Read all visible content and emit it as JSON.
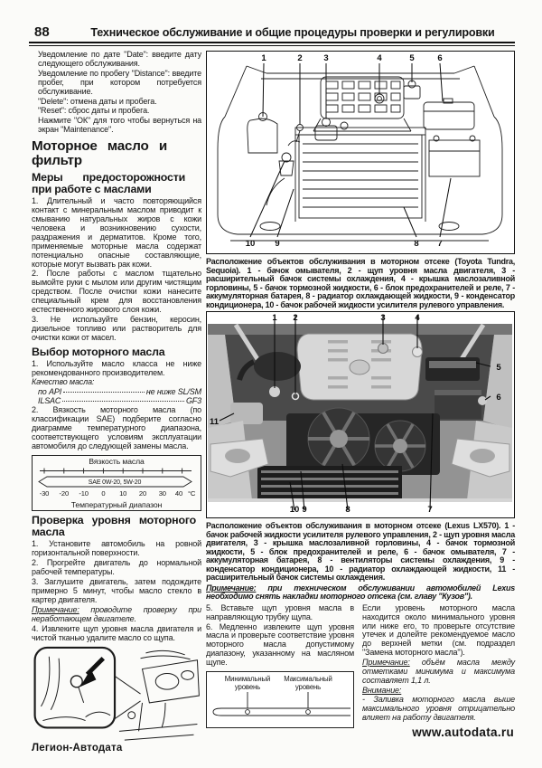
{
  "header": {
    "page_number": "88",
    "title": "Техническое обслуживание и общие процедуры проверки и регулировки"
  },
  "left": {
    "intro": [
      "Уведомление по дате \"Date\": введите дату следующего обслуживания.",
      "Уведомление по пробегу \"Distance\": введите пробег, при котором потребуется обслуживание.",
      "\"Delete\": отмена даты и пробега.",
      "\"Reset\": сброс даты и пробега.",
      "Нажмите \"ОК\" для того чтобы вернуться на экран \"Maintenance\"."
    ],
    "main_heading": "Моторное масло и фильтр",
    "precautions": {
      "heading": "Меры предосторожности при работе с маслами",
      "items": [
        "1. Длительный и часто повторяющийся контакт с минеральным маслом приводит к смыванию натуральных жиров с кожи человека и возникновению сухости, раздражения и дерматитов. Кроме того, применяемые моторные масла содержат потенциально опасные составляющие, которые могут вызвать рак кожи.",
        "2. После работы с маслом тщательно вымойте руки с мылом или другим чистящим средством. После очистки кожи нанесите специальный крем для восстановления естественного жирового слоя кожи.",
        "3. Не используйте бензин, керосин, дизельное топливо или растворитель для очистки кожи от масел."
      ]
    },
    "selection": {
      "heading": "Выбор моторного масла",
      "item1": "1. Используйте масло класса не ниже рекомендованного производителем.",
      "quality_label": "Качество масла:",
      "api_label": "по API",
      "api_value": "не ниже SL/SM",
      "ilsac_label": "ILSAC",
      "ilsac_value": "GF3",
      "item2": "2. Вязкость моторного масла (по классификации SAE) подберите согласно диаграмме температурного диапазона, соответствующего условиям эксплуатации автомобиля до следующей замены масла."
    },
    "viscosity_chart": {
      "title": "Вязкость масла",
      "band_label": "SAE 0W-20, 5W-20",
      "ticks": [
        "-30",
        "-20",
        "-10",
        "0",
        "10",
        "20",
        "30",
        "40"
      ],
      "unit": "°C",
      "axis_label": "Температурный диапазон"
    },
    "check": {
      "heading": "Проверка уровня моторного масла",
      "items": [
        "1. Установите автомобиль на ровной горизонтальной поверхности.",
        "2. Прогрейте двигатель до нормальной рабочей температуры.",
        "3. Заглушите двигатель, затем подождите примерно 5 минут, чтобы масло стекло в картер двигателя."
      ],
      "note_label": "Примечание:",
      "note_body": " проводите проверку при неработающем двигателе.",
      "item4": "4. Извлеките щуп уровня масла двигателя и чистой тканью удалите масло со щупа."
    }
  },
  "right": {
    "figure1": {
      "top_callouts": [
        "1",
        "2",
        "3",
        "4",
        "5",
        "6"
      ],
      "bottom_callouts": [
        "10",
        "9",
        "8",
        "7"
      ],
      "caption": "Расположение объектов обслуживания в моторном отсеке (Toyota Tundra, Sequoia). 1 - бачок омывателя, 2 - щуп уровня масла двигателя, 3 - расширительный бачок системы охлаждения, 4 - крышка маслозаливной горловины, 5 - бачок тормозной жидкости, 6 - блок предохранителей и реле, 7 - аккумуляторная батарея, 8 - радиатор охлаждающей жидкости, 9 - конденсатор кондиционера, 10 - бачок рабочей жидкости усилителя рулевого управления."
    },
    "figure2": {
      "top_callouts": [
        "1",
        "2",
        "3",
        "4"
      ],
      "right_callouts": [
        "5",
        "6"
      ],
      "left_callout": "11",
      "bottom_callouts": [
        "10",
        "9",
        "8",
        "7"
      ],
      "caption": "Расположение объектов обслуживания в моторном отсеке (Lexus LX570). 1 - бачок рабочей жидкости усилителя рулевого управления, 2 - щуп уровня масла двигателя, 3 - крышка маслозаливной горловины, 4 - бачок тормозной жидкости, 5 - блок предохранителей и реле, 6 - бачок омывателя, 7 - аккумуляторная батарея, 8 - вентиляторы системы охлаждения, 9 - конденсатор кондиционера, 10 - радиатор охлаждающей жидкости, 11 - расширительный бачок системы охлаждения.",
      "note_label": "Примечание:",
      "note_body": " при техническом обслуживании автомобилей Lexus необходимо снять накладки моторного отсека (см. главу \"Кузов\")."
    },
    "col_a": {
      "step5": "5. Вставьте щуп уровня масла в направляющую трубку щупа.",
      "step6": "6. Медленно извлеките щуп уровня масла и проверьте соответствие уровня моторного масла допустимому диапазону, указанному на масляном щупе.",
      "dipstick": {
        "min_label": [
          "Минимальный",
          "уровень"
        ],
        "max_label": [
          "Максимальный",
          "уровень"
        ]
      }
    },
    "col_b": {
      "para": "Если уровень моторного масла находится около минимального уровня или ниже его, то проверьте отсутствие утечек и долейте рекомендуемое масло до верхней метки (см. подраздел \"Замена моторного масла\").",
      "note_label": "Примечание:",
      "note_body": " объём масла между отметками минимума и максимума составляет 1,1 л.",
      "warning_label": "Внимание:",
      "warning_item": "- Заливка моторного масла выше максимального уровня отрицательно влияет на работу двигателя."
    }
  },
  "footer": {
    "left": "Легион-Автодата",
    "right": "www.autodata.ru"
  }
}
